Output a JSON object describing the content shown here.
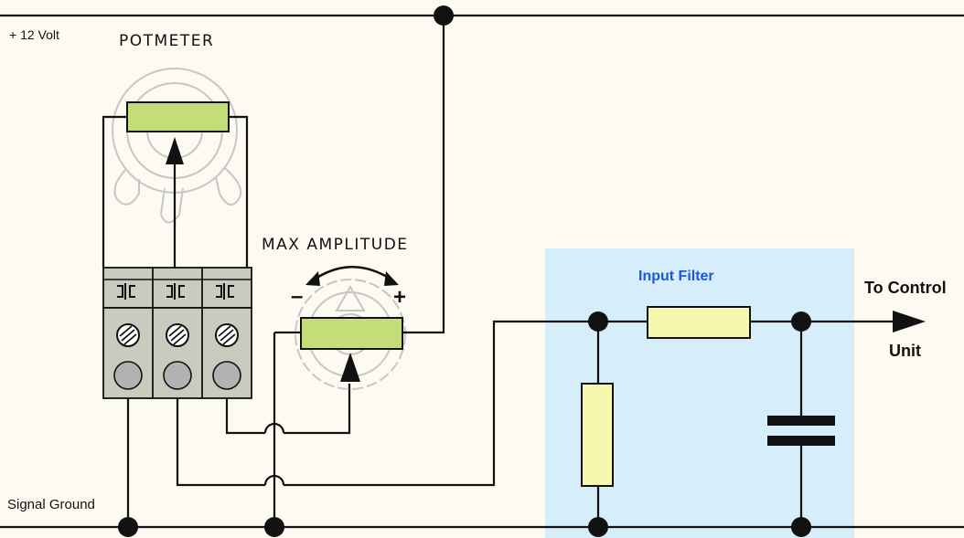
{
  "labels": {
    "supply": "+ 12 Volt",
    "ground": "Signal Ground",
    "potmeter": "POTMETER",
    "max_amplitude": "MAX AMPLITUDE",
    "minus": "–",
    "plus": "+",
    "filter_title": "Input Filter",
    "output_line1": "To Control",
    "output_line2": "Unit"
  },
  "colors": {
    "background": "#fcfaf1",
    "filter_box": "#d5eefa",
    "filter_title": "#1f55e6",
    "resistor_fill": "#f6f8ad",
    "potmeter_bar": "#c5dd78",
    "terminal_block": "#c9cbbf",
    "wire": "#111111"
  },
  "icons": {
    "potmeter": "potentiometer-icon",
    "trimmer": "trimmer-icon",
    "terminal": "terminal-block-icon",
    "arrow": "output-arrow-icon"
  }
}
